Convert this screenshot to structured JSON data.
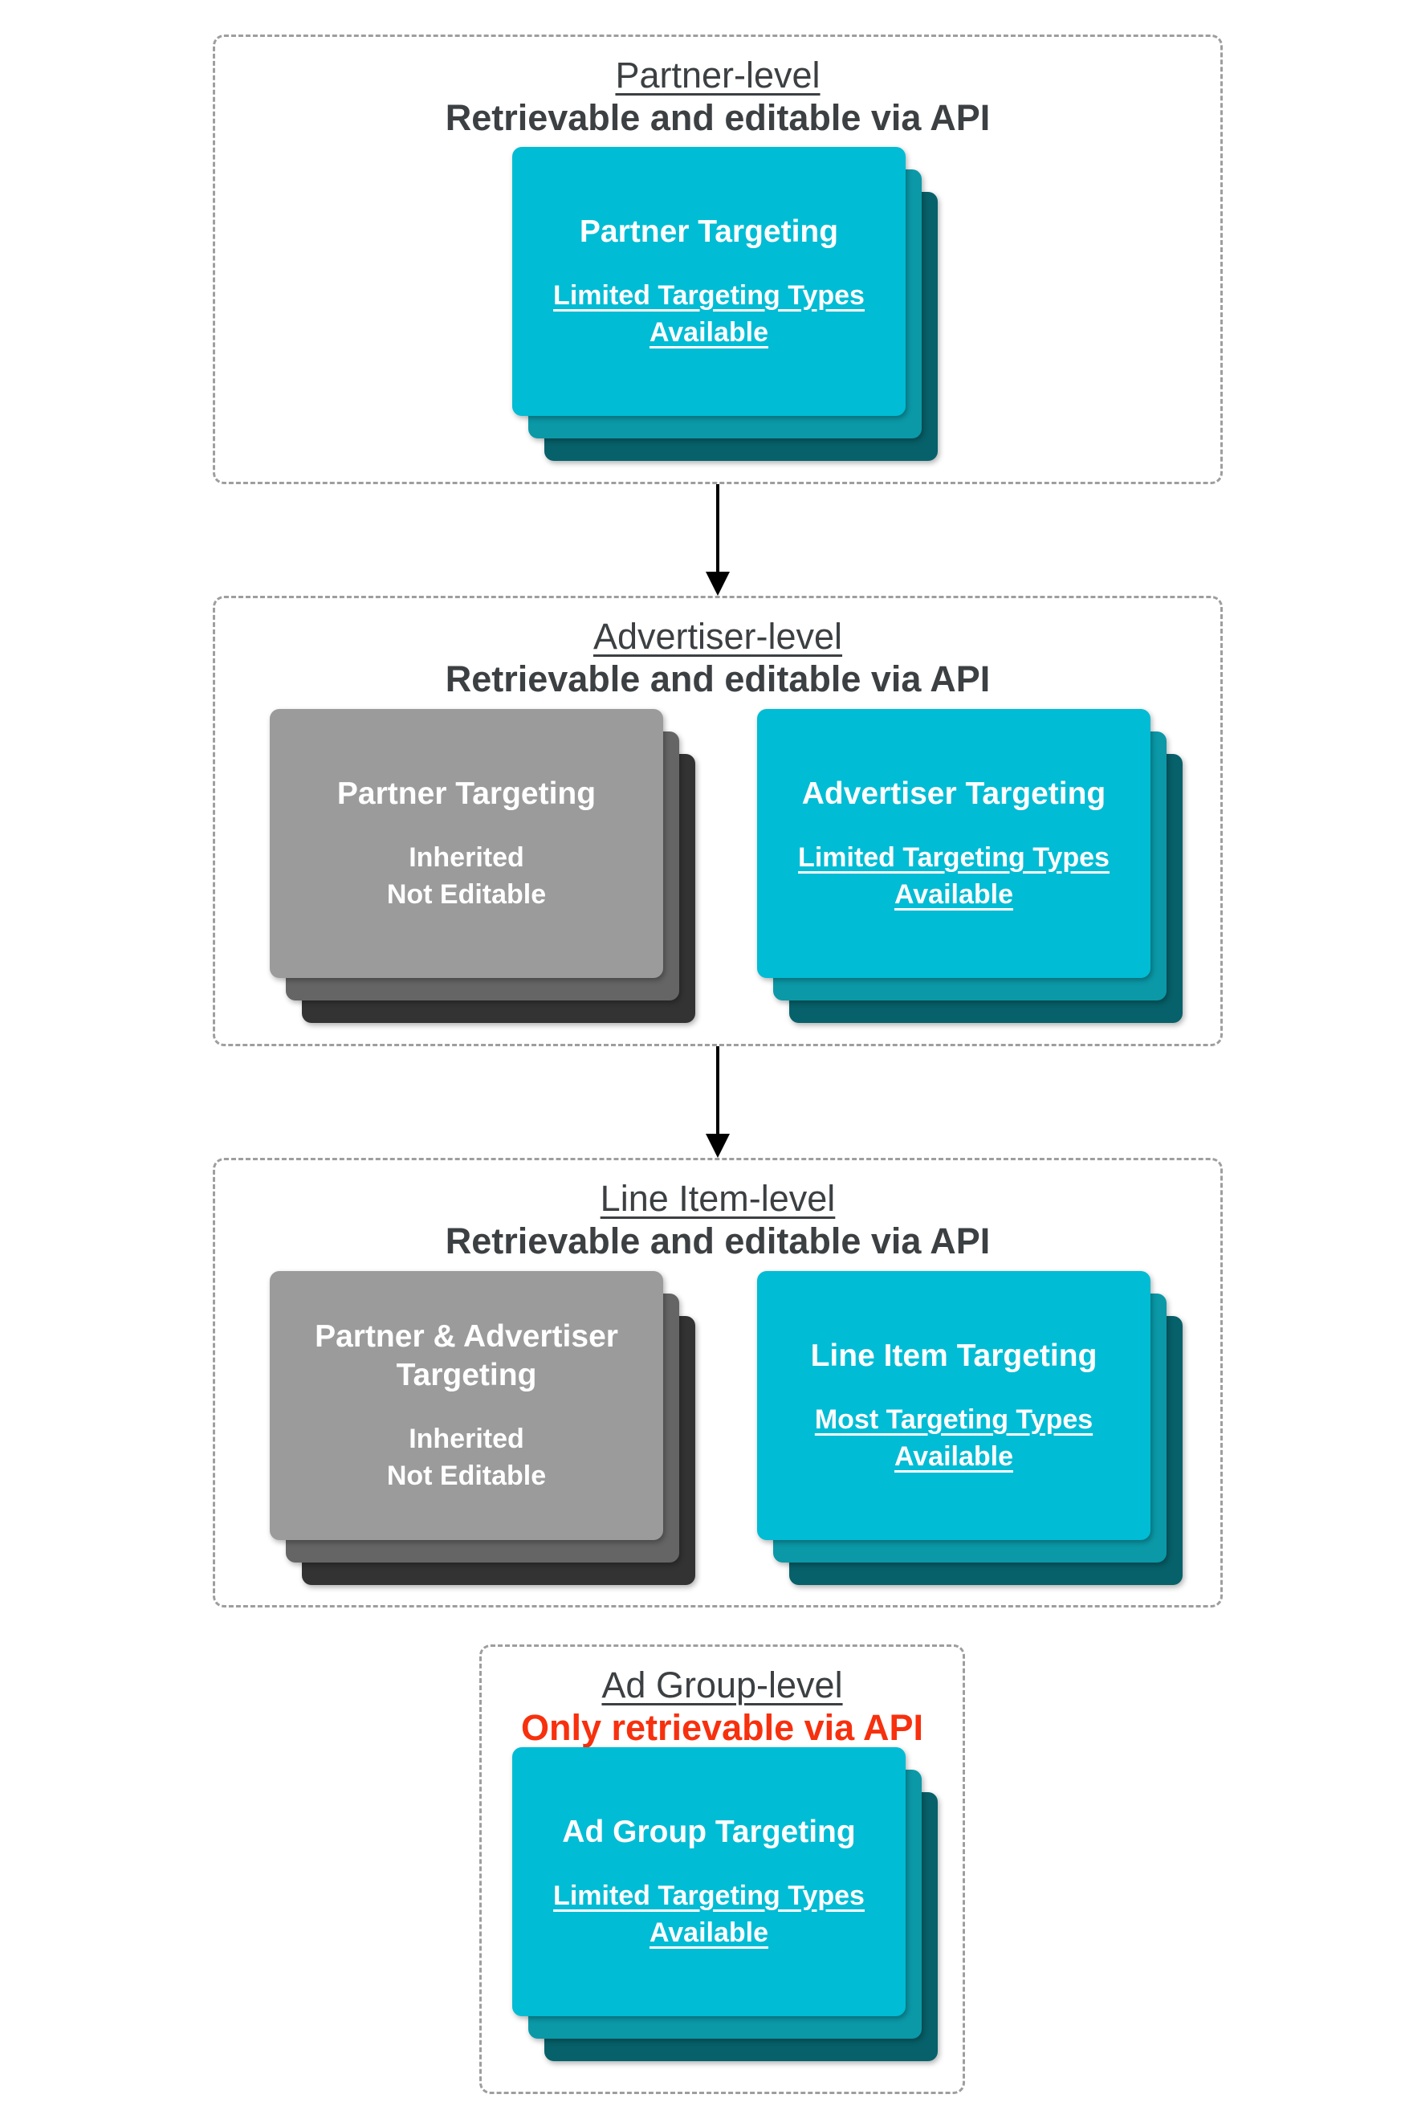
{
  "colors": {
    "teal-front": "#00BCD4",
    "teal-mid": "#0B99A8",
    "teal-back": "#07616A",
    "gray-front": "#9B9B9B",
    "gray-mid": "#656565",
    "gray-back": "#333333",
    "heading": "#3C4043",
    "red": "#F7300E",
    "card-text": "#FFFFFF",
    "border": "#9E9E9E",
    "arrow": "#000000"
  },
  "sections": [
    {
      "title": "Partner-level",
      "subtitle": "Retrievable and editable via API",
      "cards": [
        {
          "title": "Partner Targeting",
          "body": "Limited Targeting Types\nAvailable"
        }
      ]
    },
    {
      "title": "Advertiser-level",
      "subtitle": "Retrievable and editable via API",
      "cards": [
        {
          "title": "Partner Targeting",
          "body": "Inherited\nNot Editable"
        },
        {
          "title": "Advertiser Targeting",
          "body": "Limited Targeting Types\nAvailable"
        }
      ]
    },
    {
      "title": "Line Item-level",
      "subtitle": "Retrievable and editable via API",
      "cards": [
        {
          "title": "Partner & Advertiser\nTargeting",
          "body": "Inherited\nNot Editable"
        },
        {
          "title": "Line Item Targeting",
          "body": "Most Targeting Types\nAvailable"
        }
      ]
    },
    {
      "title": "Ad Group-level",
      "subtitle": "Only retrievable via API",
      "cards": [
        {
          "title": "Ad Group Targeting",
          "body": "Limited Targeting Types\nAvailable"
        }
      ]
    }
  ]
}
